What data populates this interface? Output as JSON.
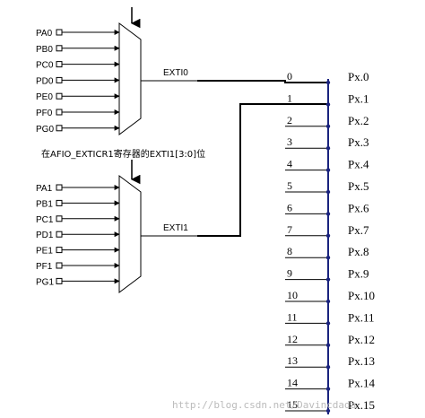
{
  "mux0": {
    "inputs": [
      "PA0",
      "PB0",
      "PC0",
      "PD0",
      "PE0",
      "PF0",
      "PG0"
    ],
    "output": "EXTI0"
  },
  "mux1": {
    "inputs": [
      "PA1",
      "PB1",
      "PC1",
      "PD1",
      "PE1",
      "PF1",
      "PG1"
    ],
    "output": "EXTI1"
  },
  "caption": "在AFIO_EXTICR1寄存器的EXTI1[3:0]位",
  "lines": [
    "0",
    "1",
    "2",
    "3",
    "4",
    "5",
    "6",
    "7",
    "8",
    "9",
    "10",
    "11",
    "12",
    "13",
    "14",
    "15"
  ],
  "pins": [
    "Px.0",
    "Px.1",
    "Px.2",
    "Px.3",
    "Px.4",
    "Px.5",
    "Px.6",
    "Px.7",
    "Px.8",
    "Px.9",
    "Px.10",
    "Px.11",
    "Px.12",
    "Px.13",
    "Px.14",
    "Px.15"
  ],
  "watermark": "http://blog.csdn.net/Davincdada",
  "colors": {
    "line": "#000000",
    "bus": "#1a237e",
    "watermark": "#bbbbbb"
  }
}
